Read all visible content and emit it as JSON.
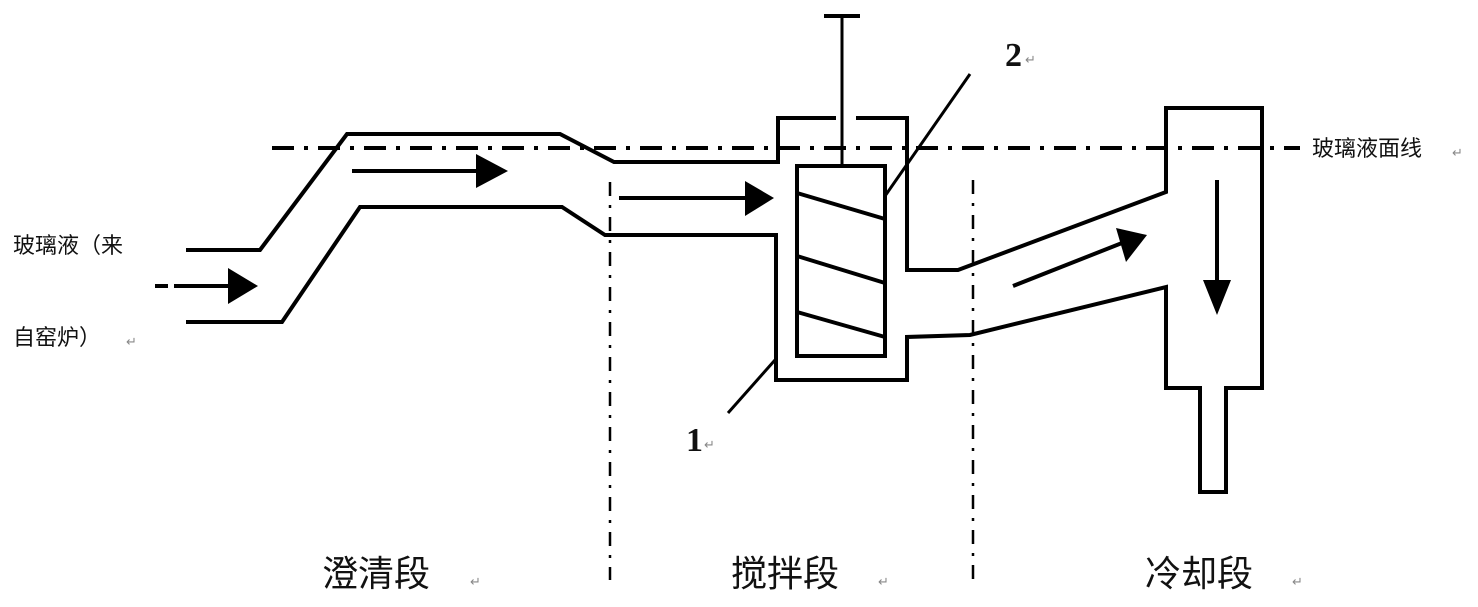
{
  "diagram": {
    "inlet_label_line1": "玻璃液（来",
    "inlet_label_line2": "自窑炉）",
    "glass_level_label": "玻璃液面线",
    "callouts": [
      {
        "id": "1",
        "label": "1",
        "refers_to": "stirring tank"
      },
      {
        "id": "2",
        "label": "2",
        "refers_to": "stirrer"
      }
    ],
    "sections": [
      {
        "label": "澄清段"
      },
      {
        "label": "搅拌段"
      },
      {
        "label": "冷却段"
      }
    ],
    "paragraph_mark": "↵",
    "line_color": "#000000",
    "background_color": "#ffffff"
  }
}
